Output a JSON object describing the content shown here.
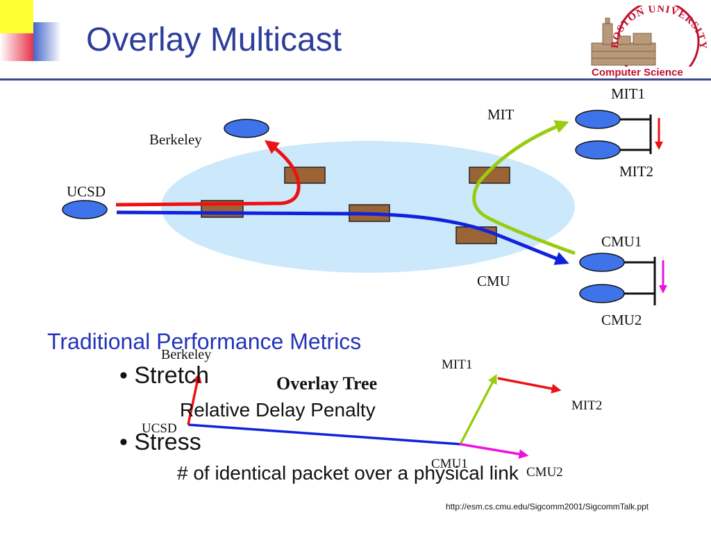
{
  "slide": {
    "title": "Overlay Multicast",
    "footer_url": "http://esm.cs.cmu.edu/Sigcomm2001/SigcommTalk.ppt"
  },
  "logo": {
    "text": "BOSTON UNIVERSITY",
    "department": "Computer Science"
  },
  "physical_network": {
    "labels": {
      "berkeley": "Berkeley",
      "ucsd": "UCSD",
      "mit": "MIT",
      "cmu": "CMU",
      "mit1": "MIT1",
      "mit2": "MIT2",
      "cmu1": "CMU1",
      "cmu2": "CMU2"
    }
  },
  "overlay_tree": {
    "title": "Overlay  Tree",
    "labels": {
      "berkeley": "Berkeley",
      "ucsd": "UCSD",
      "mit1": "MIT1",
      "mit2": "MIT2",
      "cmu1": "CMU1",
      "cmu2": "CMU2"
    }
  },
  "metrics": {
    "heading": "Traditional Performance Metrics",
    "items": [
      {
        "bullet": "•",
        "name": "Stretch",
        "description": "Relative Delay Penalty"
      },
      {
        "bullet": "•",
        "name": "Stress",
        "description": "# of identical packet over a physical link"
      }
    ]
  },
  "colors": {
    "title": "#2e3d9a",
    "cloud": "#cce8fb",
    "router": "#9b6436",
    "host": "#3f73ea",
    "red_path": "#ee1111",
    "blue_path": "#1122dd",
    "green_path": "#99cc11",
    "magenta_path": "#ee11dd"
  }
}
